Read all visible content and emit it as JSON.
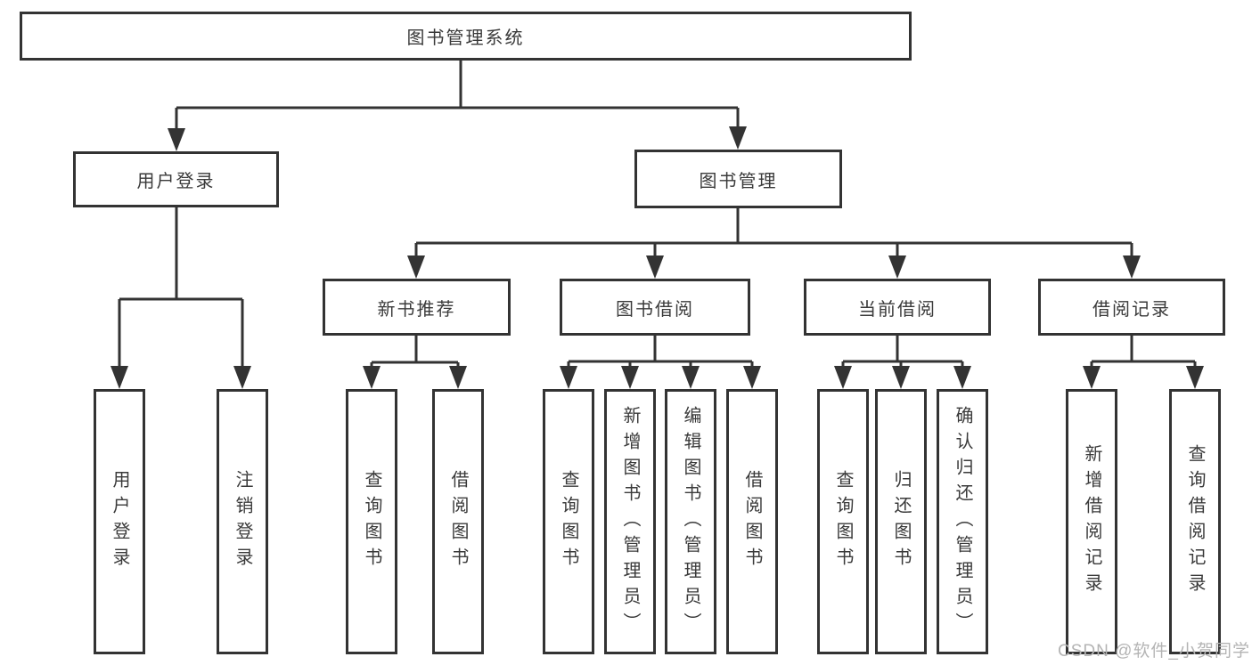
{
  "diagram_title": "图书管理系统",
  "tree": {
    "root": {
      "label": "图书管理系统"
    },
    "branches": [
      {
        "label": "用户登录",
        "leaves": [
          {
            "label": "用户登录"
          },
          {
            "label": "注销登录"
          }
        ]
      },
      {
        "label": "图书管理",
        "groups": [
          {
            "label": "新书推荐",
            "leaves": [
              {
                "label": "查询图书"
              },
              {
                "label": "借阅图书"
              }
            ]
          },
          {
            "label": "图书借阅",
            "leaves": [
              {
                "label": "查询图书"
              },
              {
                "label": "新增图书（管理员）"
              },
              {
                "label": "编辑图书（管理员）"
              },
              {
                "label": "借阅图书"
              }
            ]
          },
          {
            "label": "当前借阅",
            "leaves": [
              {
                "label": "查询图书"
              },
              {
                "label": "归还图书"
              },
              {
                "label": "确认归还（管理员）"
              }
            ]
          },
          {
            "label": "借阅记录",
            "leaves": [
              {
                "label": "新增借阅记录"
              },
              {
                "label": "查询借阅记录"
              }
            ]
          }
        ]
      }
    ]
  },
  "watermark": "CSDN @软件_小贺同学",
  "colors": {
    "background": "#ffffff",
    "line": "#333333",
    "box_border": "#333333",
    "text": "#3a3a3a",
    "watermark": "#b4b4b4"
  }
}
